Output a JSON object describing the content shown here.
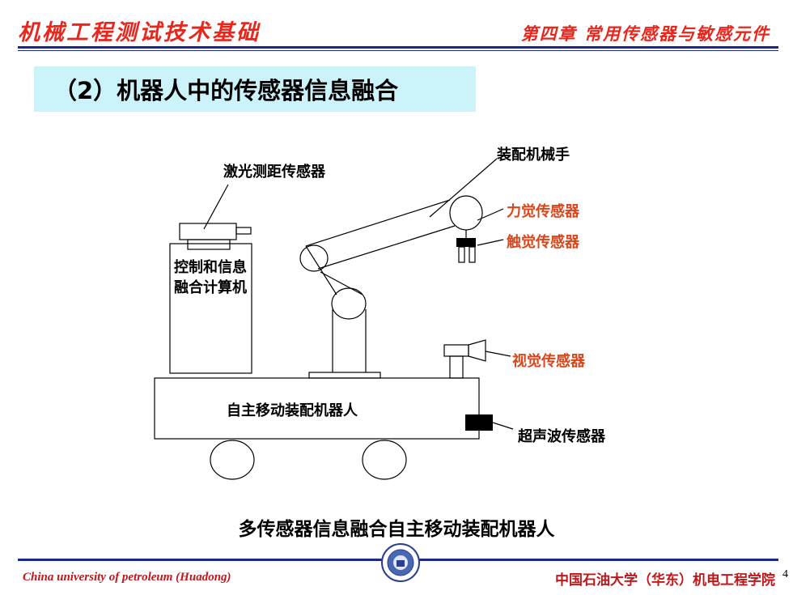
{
  "header": {
    "course_title": "机械工程测试技术基础",
    "chapter_title": "第四章 常用传感器与敏感元件"
  },
  "slide": {
    "title": "（2）机器人中的传感器信息融合",
    "caption": "多传感器信息融合自主移动装配机器人"
  },
  "diagram": {
    "laser_sensor": "激光测距传感器",
    "computer": "控制和信息融合计算机",
    "assembly_arm": "装配机械手",
    "force_sensor": "力觉传感器",
    "tactile_sensor": "触觉传感器",
    "vision_sensor": "视觉传感器",
    "robot_body": "自主移动装配机器人",
    "ultrasonic_sensor": "超声波传感器"
  },
  "footer": {
    "university_en": "China university of petroleum (Huadong)",
    "school_cn": "中国石油大学（华东）机电工程学院",
    "page_number": "4"
  },
  "colors": {
    "header_red": "#e8261c",
    "rule_blue": "#1a2a8a",
    "title_bg": "#ccf2fa",
    "sensor_label_orange": "#d9461b",
    "footer_red": "#c0171b"
  }
}
